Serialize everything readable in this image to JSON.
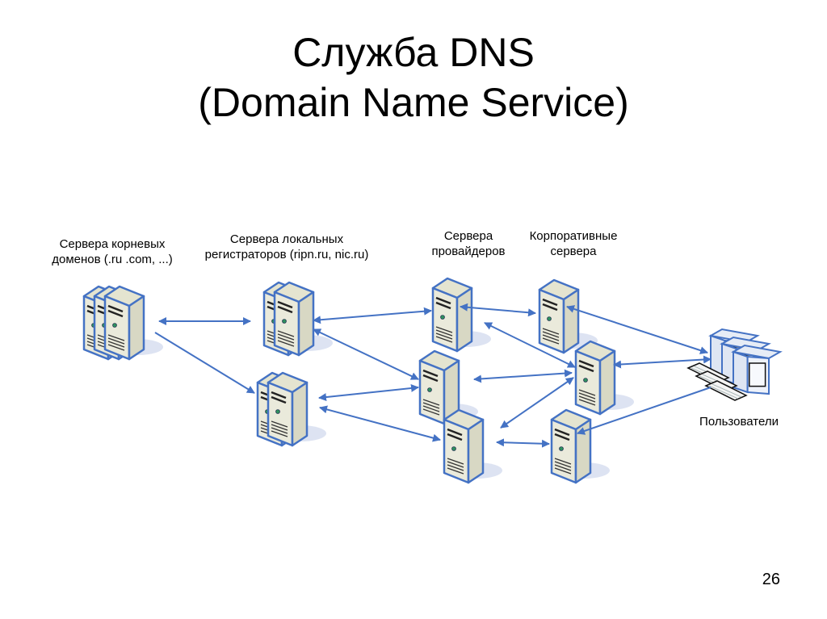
{
  "slide": {
    "title_line1": "Служба DNS",
    "title_line2": "(Domain Name Service)",
    "page_number": "26"
  },
  "colors": {
    "arrow": "#4472c4",
    "server_outline": "#4472c4",
    "server_fill": "#eaeadb",
    "server_side": "#d8d8c4",
    "shadow": "#dde3f2"
  },
  "groups": [
    {
      "id": "root",
      "label_lines": [
        "Сервера корневых",
        "доменов (.ru .com, ...)"
      ]
    },
    {
      "id": "registrars",
      "label_lines": [
        "Сервера локальных",
        "регистраторов (ripn.ru, nic.ru)"
      ]
    },
    {
      "id": "providers",
      "label_lines": [
        "Сервера",
        "провайдеров"
      ]
    },
    {
      "id": "corporate",
      "label_lines": [
        "Корпоративные",
        "сервера"
      ]
    },
    {
      "id": "users",
      "label_lines": [
        "Пользователи"
      ]
    }
  ],
  "nodes": [
    {
      "id": "root",
      "type": "server-stack",
      "count": 3
    },
    {
      "id": "reg1",
      "type": "server-stack",
      "count": 2
    },
    {
      "id": "reg2",
      "type": "server-stack",
      "count": 2
    },
    {
      "id": "prov1",
      "type": "server",
      "count": 1
    },
    {
      "id": "prov2",
      "type": "server",
      "count": 1
    },
    {
      "id": "prov3",
      "type": "server",
      "count": 1
    },
    {
      "id": "corp1",
      "type": "server",
      "count": 1
    },
    {
      "id": "corp2",
      "type": "server",
      "count": 1
    },
    {
      "id": "corp3",
      "type": "server",
      "count": 1
    },
    {
      "id": "users",
      "type": "workstations",
      "count": 3
    }
  ],
  "connections": [
    {
      "from": "root",
      "to": "reg1",
      "direction": "both"
    },
    {
      "from": "root",
      "to": "reg2",
      "direction": "forward"
    },
    {
      "from": "reg1",
      "to": "prov1",
      "direction": "both"
    },
    {
      "from": "reg1",
      "to": "prov2",
      "direction": "both"
    },
    {
      "from": "reg2",
      "to": "prov2",
      "direction": "both"
    },
    {
      "from": "reg2",
      "to": "prov3",
      "direction": "both"
    },
    {
      "from": "prov1",
      "to": "corp1",
      "direction": "both"
    },
    {
      "from": "prov1",
      "to": "corp2",
      "direction": "both"
    },
    {
      "from": "prov2",
      "to": "corp2",
      "direction": "both"
    },
    {
      "from": "prov3",
      "to": "corp2",
      "direction": "both"
    },
    {
      "from": "prov3",
      "to": "corp3",
      "direction": "both"
    },
    {
      "from": "users",
      "to": "corp1",
      "direction": "both"
    },
    {
      "from": "users",
      "to": "corp2",
      "direction": "both"
    },
    {
      "from": "users",
      "to": "corp3",
      "direction": "forward"
    }
  ]
}
